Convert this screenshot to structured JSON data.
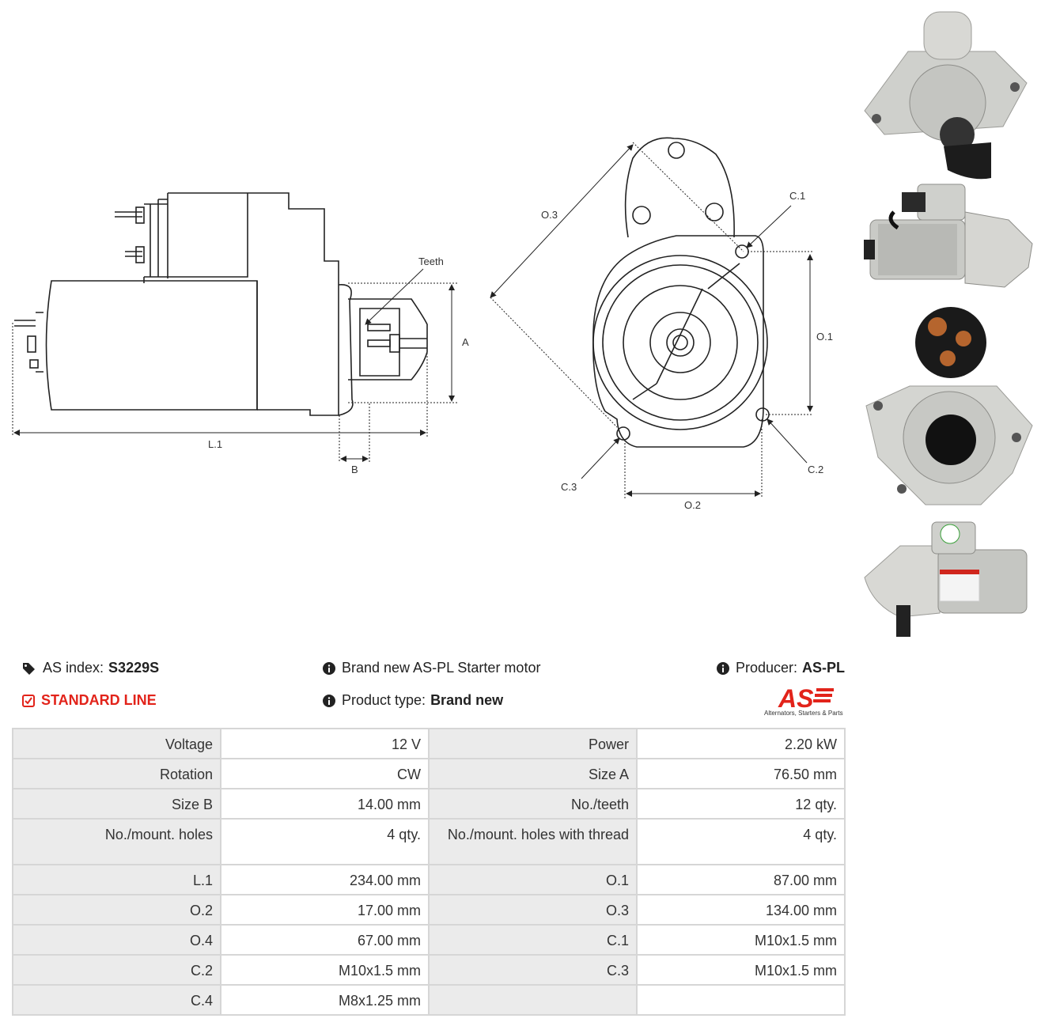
{
  "drawing_labels": {
    "teeth": "Teeth",
    "a": "A",
    "l1": "L.1",
    "b": "B",
    "o3": "O.3",
    "c1": "C.1",
    "o1": "O.1",
    "c2": "C.2",
    "c3": "C.3",
    "o2": "O.2"
  },
  "info": {
    "as_index_label": "AS index:",
    "as_index_value": "S3229S",
    "description": "Brand new AS-PL Starter motor",
    "producer_label": "Producer:",
    "producer_value": "AS-PL",
    "line": "STANDARD LINE",
    "product_type_label": "Product type:",
    "product_type_value": "Brand new",
    "icons": [
      "tags-icon",
      "info-icon",
      "checkbox-icon"
    ]
  },
  "logo": {
    "text": "AS",
    "subtitle": "Alternators, Starters & Parts",
    "color": "#e2231a"
  },
  "specs": [
    [
      "Voltage",
      "12 V",
      "Power",
      "2.20 kW"
    ],
    [
      "Rotation",
      "CW",
      "Size A",
      "76.50 mm"
    ],
    [
      "Size B",
      "14.00 mm",
      "No./teeth",
      "12 qty."
    ],
    [
      "No./mount. holes",
      "4 qty.",
      "No./mount. holes with thread",
      "4 qty."
    ],
    [
      "L.1",
      "234.00 mm",
      "O.1",
      "87.00 mm"
    ],
    [
      "O.2",
      "17.00 mm",
      "O.3",
      "134.00 mm"
    ],
    [
      "O.4",
      "67.00 mm",
      "C.1",
      "M10x1.5 mm"
    ],
    [
      "C.2",
      "M10x1.5 mm",
      "C.3",
      "M10x1.5 mm"
    ],
    [
      "C.4",
      "M8x1.25 mm",
      "",
      ""
    ]
  ]
}
